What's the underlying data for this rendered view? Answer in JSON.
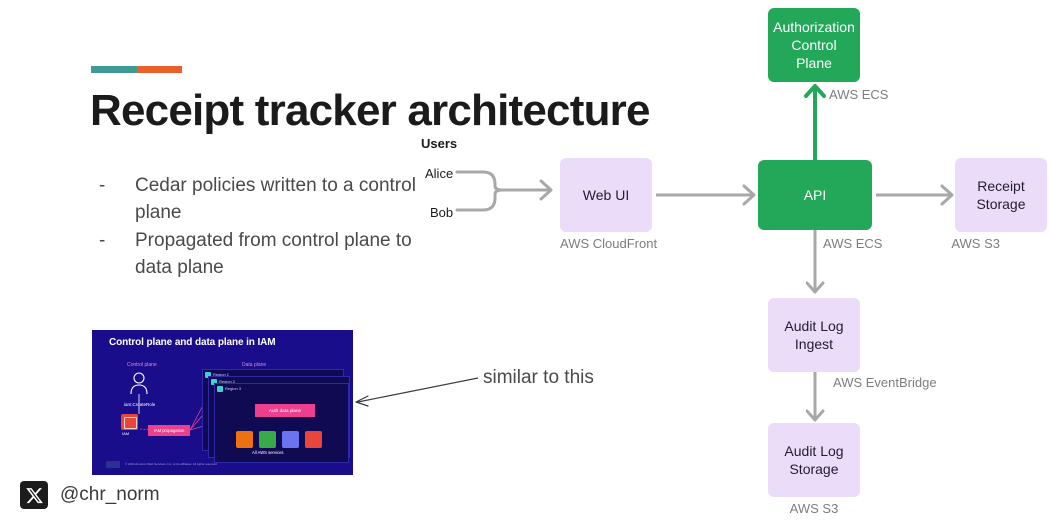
{
  "accent_bar": {
    "teal_color": "#3f9a93",
    "orange_color": "#e8602c"
  },
  "title": "Receipt tracker architecture",
  "bullets": [
    {
      "marker": "-",
      "text": "Cedar policies written to a control plane"
    },
    {
      "marker": "-",
      "text": "Propagated from control plane to data plane"
    }
  ],
  "diagram": {
    "users": {
      "group_label": "Users",
      "names": [
        "Alice",
        "Bob"
      ]
    },
    "colors": {
      "lavender": "#ebddfa",
      "green": "#23a85a",
      "arrow_gray": "#a0a0a0",
      "arrow_green": "#23a85a"
    },
    "nodes": [
      {
        "id": "web-ui",
        "label": "Web UI",
        "style": "lavender",
        "service": "AWS CloudFront"
      },
      {
        "id": "api",
        "label": "API",
        "style": "green",
        "service": "AWS ECS"
      },
      {
        "id": "auth-cp",
        "label": "Authorization Control Plane",
        "style": "green",
        "service": "AWS ECS"
      },
      {
        "id": "receipt-storage",
        "label": "Receipt Storage",
        "style": "lavender",
        "service": "AWS S3"
      },
      {
        "id": "audit-ingest",
        "label": "Audit Log Ingest",
        "style": "lavender",
        "service": "AWS EventBridge"
      },
      {
        "id": "audit-storage",
        "label": "Audit Log Storage",
        "style": "lavender",
        "service": "AWS S3"
      }
    ]
  },
  "embedded_slide": {
    "title": "Control plane and data plane in IAM",
    "control_plane_label": "Control plane",
    "data_plane_label": "Data plane",
    "api_call": "iam:CreateRole",
    "iam_caption": "IAM",
    "propagation_box": "IAM propagation",
    "regions": [
      "Region 1",
      "Region 2",
      "Region 3"
    ],
    "auth_data_plane": "Auth data plane",
    "all_services": "All AWS services",
    "footer": "© 2024 Amazon Web Services, Inc. or its affiliates. All rights reserved.",
    "background_color": "#1a0d8c"
  },
  "annotation": {
    "text": "similar to this"
  },
  "footer": {
    "handle": "@chr_norm",
    "logo": "x-logo"
  }
}
